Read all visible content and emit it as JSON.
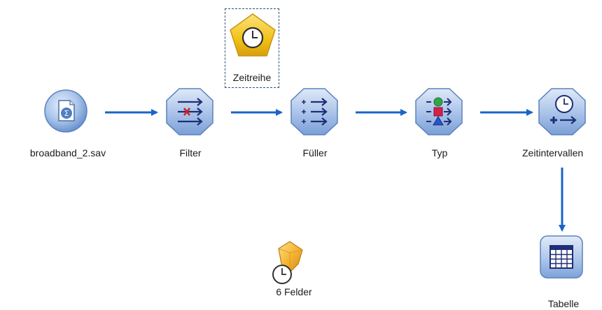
{
  "nodes": {
    "source": {
      "label": "broadband_2.sav",
      "icon": "sav-file-icon"
    },
    "filter": {
      "label": "Filter",
      "icon": "filter-icon"
    },
    "filler": {
      "label": "Füller",
      "icon": "filler-icon"
    },
    "type": {
      "label": "Typ",
      "icon": "type-icon"
    },
    "time_intervals": {
      "label": "Zeitintervallen",
      "icon": "time-intervals-icon"
    },
    "timeseries_model": {
      "label": "Zeitreihe",
      "icon": "clock-pentagon-icon",
      "selected": true
    },
    "table": {
      "label": "Tabelle",
      "icon": "table-icon"
    },
    "model_nugget": {
      "label": "6 Felder",
      "icon": "model-nugget-icon"
    }
  },
  "colors": {
    "arrow": "#1a64c8",
    "node_blue": "#8eb0e0",
    "node_yellow": "#f2c21a",
    "nugget_orange": "#f0a020"
  }
}
